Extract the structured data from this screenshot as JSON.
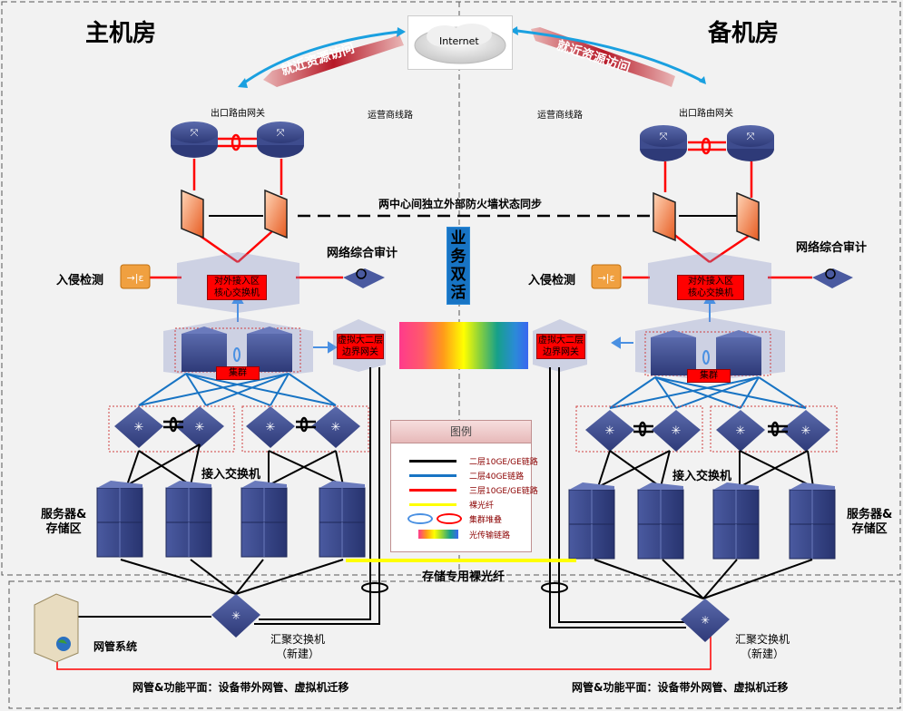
{
  "titles": {
    "main_room": "主机房",
    "backup_room": "备机房"
  },
  "internet": {
    "label": "Internet"
  },
  "arrows": {
    "left_nearby_access": "就近资源访问",
    "right_nearby_access": "就近资源访问"
  },
  "labels": {
    "left_exit_router": "出口路由网关",
    "right_exit_router": "出口路由网关",
    "left_carrier_line": "运营商线路",
    "right_carrier_line": "运营商线路",
    "firewall_sync": "两中心间独立外部防火墙状态同步",
    "business_active": "业务双活",
    "left_ids": "入侵检测",
    "right_ids": "入侵检测",
    "left_audit": "网络综合审计",
    "right_audit": "网络综合审计",
    "left_core_switch": "对外接入区\n核心交换机",
    "right_core_switch": "对外接入区\n核心交换机",
    "left_vl2_gateway": "虚拟大二层\n边界网关",
    "right_vl2_gateway": "虚拟大二层\n边界网关",
    "left_cluster": "集群",
    "right_cluster": "集群",
    "left_access_switch": "接入交换机",
    "right_access_switch": "接入交换机",
    "left_server_storage": "服务器&\n存储区",
    "right_server_storage": "服务器&\n存储区",
    "storage_fiber": "存储专用裸光纤",
    "nms": "网管系统",
    "left_aggregation": "汇聚交换机\n（新建）",
    "right_aggregation": "汇聚交换机\n（新建）",
    "left_mgmt_plane": "网管&功能平面：设备带外网管、虚拟机迁移",
    "right_mgmt_plane": "网管&功能平面：设备带外网管、虚拟机迁移"
  },
  "legend": {
    "title": "图例",
    "items": [
      {
        "label": "二层10GE/GE链路",
        "kind": "line",
        "color": "#000000"
      },
      {
        "label": "二层40GE链路",
        "kind": "line",
        "color": "#1874c4"
      },
      {
        "label": "三层10GE/GE链路",
        "kind": "line",
        "color": "#ff0000"
      },
      {
        "label": "裸光纤",
        "kind": "line",
        "color": "#ffff00"
      },
      {
        "label": "集群堆叠",
        "kind": "ellipses",
        "color": "#4a90e2",
        "color2": "#ff0000"
      },
      {
        "label": "光传输链路",
        "kind": "gradient",
        "color": "#ff3a8c"
      }
    ]
  },
  "colors": {
    "l2_link": "#000000",
    "l2_40ge": "#1874c4",
    "l3_link": "#ff0000",
    "dark_fiber": "#ffff00",
    "device_blue": "#3b4a8c",
    "tag_red": "#ff0000"
  }
}
